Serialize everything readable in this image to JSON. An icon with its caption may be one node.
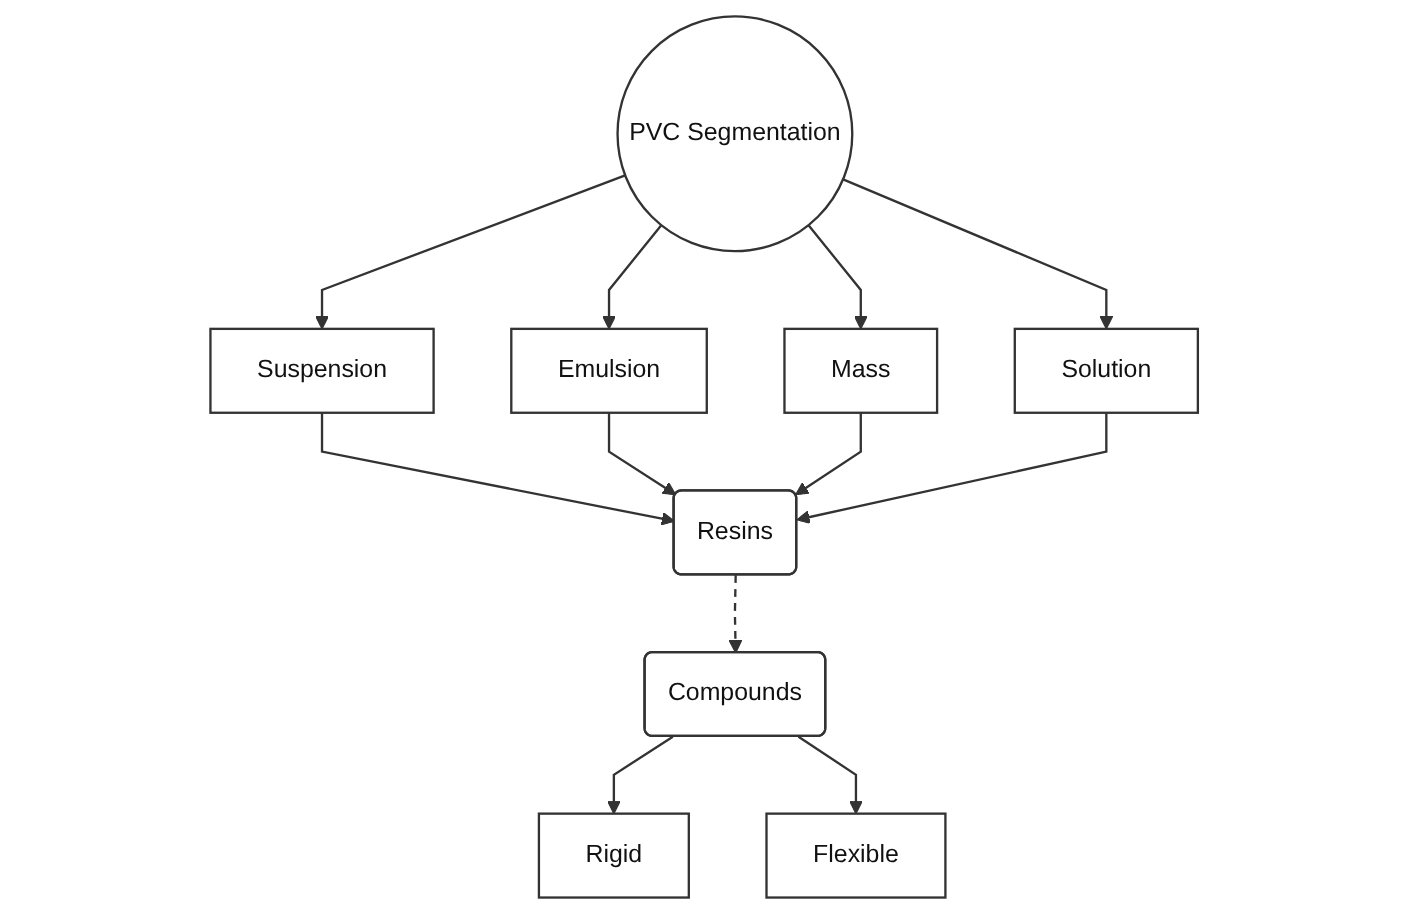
{
  "diagram": {
    "nodes": [
      {
        "text": [
          "PVC Segmentation"
        ]
      },
      {
        "text": [
          "Suspension"
        ]
      },
      {
        "text": [
          "Emulsion"
        ]
      },
      {
        "text": [
          "Mass"
        ]
      },
      {
        "text": [
          "Solution"
        ]
      },
      {
        "text": [
          "Resins"
        ]
      },
      {
        "text": [
          "Compounds"
        ]
      },
      {
        "text": [
          "Rigid"
        ]
      },
      {
        "text": [
          "Flexible"
        ]
      }
    ],
    "edges": [
      {
        "from": 0,
        "to": 1,
        "arrow": "to"
      },
      {
        "from": 0,
        "to": 2,
        "arrow": "to"
      },
      {
        "from": 0,
        "to": 3,
        "arrow": "to"
      },
      {
        "from": 0,
        "to": 4,
        "arrow": "to"
      },
      {
        "from": 1,
        "to": 5,
        "arrow": "to"
      },
      {
        "from": 2,
        "to": 5,
        "arrow": "to"
      },
      {
        "from": 3,
        "to": 5,
        "arrow": "to"
      },
      {
        "from": 4,
        "to": 5,
        "arrow": "to"
      },
      {
        "from": 5,
        "to": 6,
        "arrow": "to",
        "style": "dashed"
      },
      {
        "from": 6,
        "to": 7,
        "arrow": "to"
      },
      {
        "from": 6,
        "to": 8,
        "arrow": "to"
      }
    ]
  }
}
